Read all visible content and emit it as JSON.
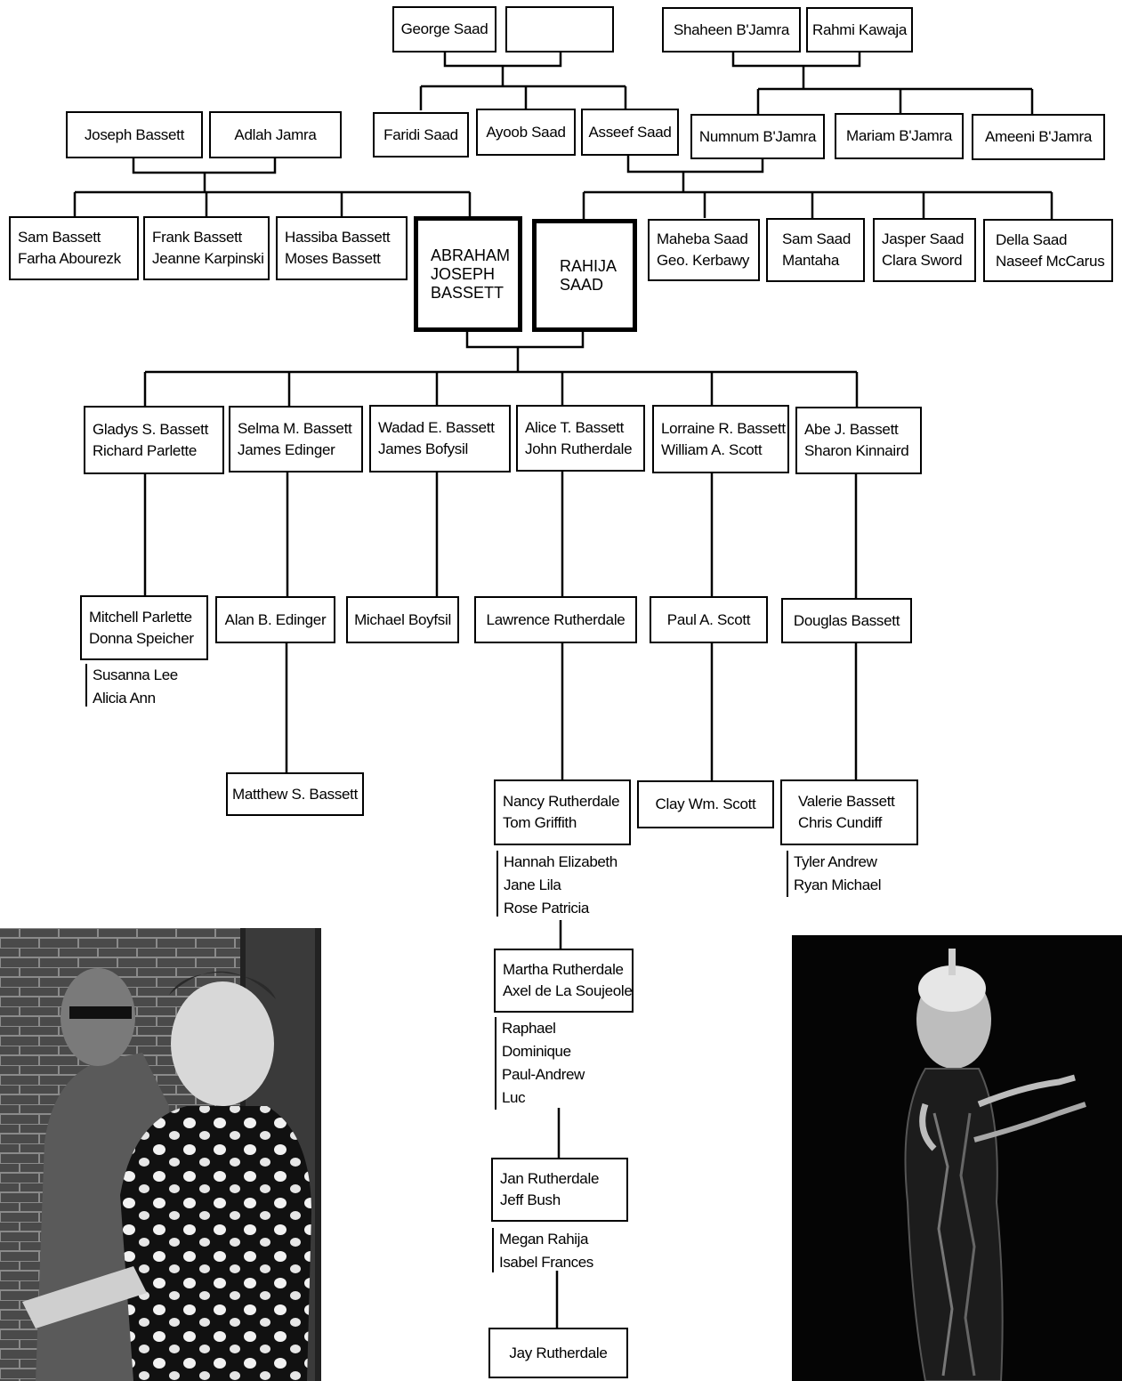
{
  "tree": {
    "grandparents": {
      "george_saad": "George Saad",
      "george_saad_spouse": "",
      "shaheen_bjamra": "Shaheen B'Jamra",
      "rahmi_kawaja": "Rahmi Kawaja",
      "joseph_bassett": "Joseph Bassett",
      "adlah_jamra": "Adlah Jamra"
    },
    "saad_children": [
      "Faridi Saad",
      "Ayoob Saad",
      "Asseef Saad"
    ],
    "bjamra_children": [
      "Numnum B'Jamra",
      "Mariam B'Jamra",
      "Ameeni B'Jamra"
    ],
    "bassett_siblings": [
      [
        "Sam Bassett",
        "Farha Abourezk"
      ],
      [
        "Frank Bassett",
        "Jeanne Karpinski"
      ],
      [
        "Hassiba Bassett",
        "Moses Bassett"
      ]
    ],
    "abraham": [
      "ABRAHAM",
      "JOSEPH",
      "BASSETT"
    ],
    "rahija": [
      "RAHIJA",
      "SAAD"
    ],
    "saad_siblings": [
      [
        "Maheba Saad",
        "Geo. Kerbawy"
      ],
      [
        "Sam Saad",
        "Mantaha"
      ],
      [
        "Jasper Saad",
        "Clara Sword"
      ],
      [
        "Della Saad",
        "Naseef McCarus"
      ]
    ],
    "children": [
      [
        "Gladys S. Bassett",
        "Richard Parlette"
      ],
      [
        "Selma M. Bassett",
        "James Edinger"
      ],
      [
        "Wadad E. Bassett",
        "James Bofysil"
      ],
      [
        "Alice T. Bassett",
        "John Rutherdale"
      ],
      [
        "Lorraine R. Bassett",
        "William A. Scott"
      ],
      [
        "Abe J. Bassett",
        "Sharon Kinnaird"
      ]
    ],
    "grandchildren": {
      "mitchell": [
        "Mitchell Parlette",
        "Donna Speicher"
      ],
      "mitchell_kids": [
        "Susanna Lee",
        "Alicia Ann"
      ],
      "alan": "Alan B. Edinger",
      "matthew": "Matthew S. Bassett",
      "michael": "Michael Boyfsil",
      "lawrence": "Lawrence Rutherdale",
      "paul": "Paul A. Scott",
      "clay": "Clay Wm. Scott",
      "douglas": "Douglas Bassett",
      "valerie": [
        "Valerie Bassett",
        "Chris Cundiff"
      ],
      "valerie_kids": [
        "Tyler Andrew",
        "Ryan Michael"
      ]
    },
    "rutherdale_line": {
      "nancy": [
        "Nancy Rutherdale",
        "Tom Griffith"
      ],
      "nancy_kids": [
        "Hannah Elizabeth",
        "Jane Lila",
        "Rose Patricia"
      ],
      "martha": [
        "Martha Rutherdale",
        "Axel de La Soujeole"
      ],
      "martha_kids": [
        "Raphael",
        "Dominique",
        "Paul-Andrew",
        "Luc"
      ],
      "jan": [
        "Jan Rutherdale",
        "Jeff Bush"
      ],
      "jan_kids": [
        "Megan Rahija",
        "Isabel Frances"
      ],
      "jay": "Jay Rutherdale"
    }
  },
  "colors": {
    "line": "#000000",
    "background": "#ffffff"
  }
}
